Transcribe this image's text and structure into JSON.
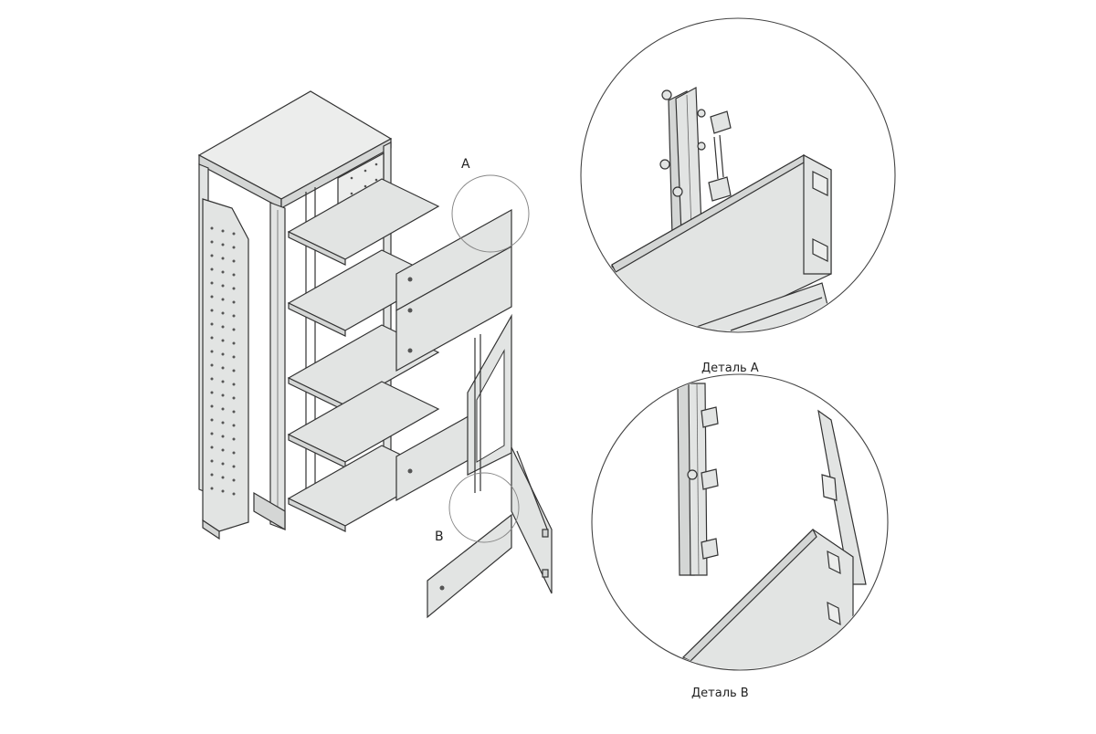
{
  "labels": {
    "callout_a": "A",
    "callout_b": "B",
    "detail_a": "Деталь A",
    "detail_b": "Деталь B"
  },
  "colors": {
    "panel_fill": "#e2e4e3",
    "outline": "#333333",
    "background": "#ffffff"
  }
}
